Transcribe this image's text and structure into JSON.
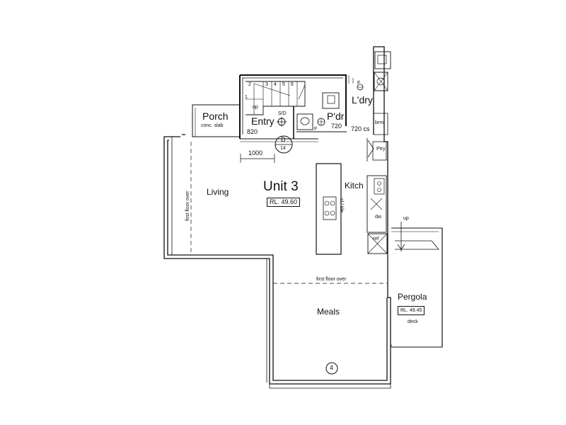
{
  "plan": {
    "unit_title": "Unit 3",
    "unit_rl": "RL. 49.60",
    "rooms": {
      "porch": "Porch",
      "porch_note": "conc. slab",
      "entry": "Entry",
      "powder": "P'dr",
      "laundry": "L'dry",
      "living": "Living",
      "kitchen": "Kitch",
      "meals": "Meals",
      "pergola": "Pergola",
      "pergola_rl": "RL. 49.45",
      "deck": "deck",
      "pantry": "Ptry",
      "broom": "brm."
    },
    "dimensions": {
      "d820": "820",
      "d720": "720",
      "d720cs": "720 cs",
      "d1000": "1000"
    },
    "notes": {
      "first_floor_over_a": "first floor over",
      "first_floor_over_b": "first floor over",
      "up_stair": "up",
      "up_deck": "up",
      "smoke_detector": "S/D",
      "cl_tile": "cl / tile",
      "dw": "dw",
      "ref": "ref",
      "f1": "F",
      "f2": "F",
      "stair_steps": [
        "2",
        "1",
        "3",
        "4",
        "5",
        "6"
      ]
    },
    "markers": {
      "section_letter": "D",
      "section_sheet": "14",
      "grid_number": "4"
    }
  }
}
